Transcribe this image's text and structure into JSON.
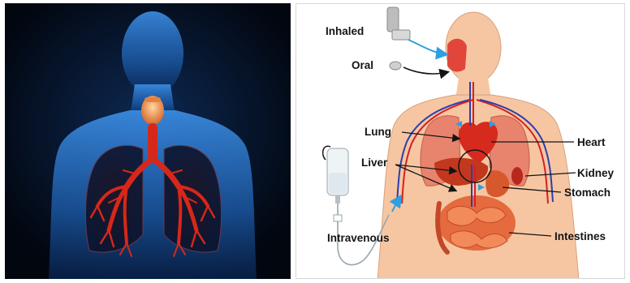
{
  "left_panel": {
    "colors": {
      "background": "#02060f",
      "body_glow": "#2e7fd6",
      "airway": "#d6281a",
      "larynx": "#f2a060"
    }
  },
  "right_panel": {
    "labels": {
      "inhaled": "Inhaled",
      "oral": "Oral",
      "lung": "Lung",
      "liver": "Liver",
      "intravenous": "Intravenous",
      "heart": "Heart",
      "kidney": "Kidney",
      "stomach": "Stomach",
      "intestines": "Intestines"
    },
    "colors": {
      "skin": "#f6c6a2",
      "organ": "#d94a2c",
      "artery": "#d62020",
      "vein": "#2a3fae",
      "arrow": "#2f9fe0",
      "text": "#141414"
    }
  }
}
